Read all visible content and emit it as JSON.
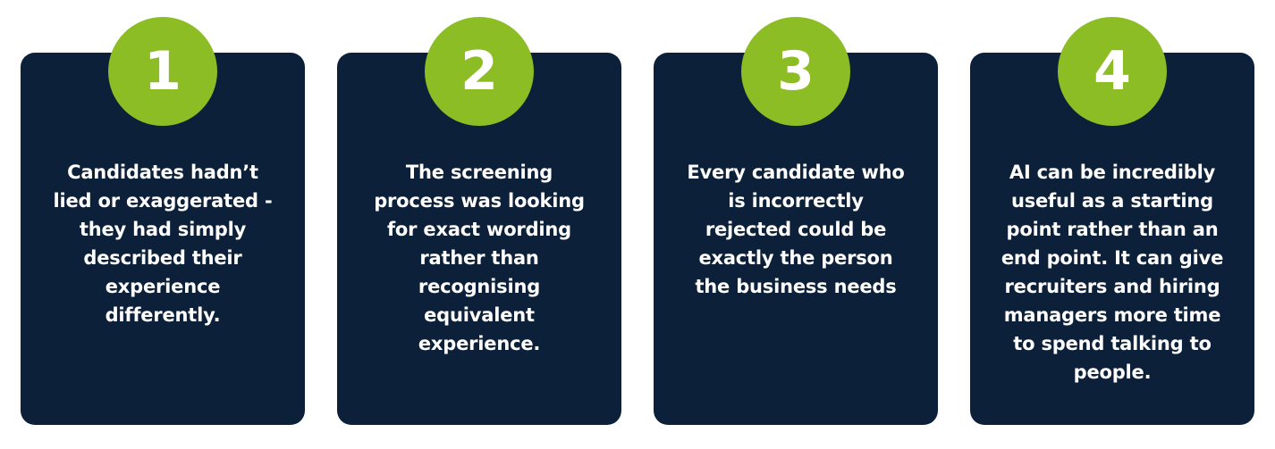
{
  "colors": {
    "card_background": "#0c2139",
    "badge": "#8dbd24",
    "text": "#ffffff"
  },
  "cards": [
    {
      "number": "1",
      "text": "Candidates hadn’t\nlied or exaggerated -\nthey had simply\ndescribed their\nexperience\ndifferently."
    },
    {
      "number": "2",
      "text": "The screening\nprocess was looking\nfor exact wording\nrather than\nrecognising\nequivalent\nexperience."
    },
    {
      "number": "3",
      "text": "Every candidate who\nis incorrectly\nrejected could be\nexactly the person\nthe business needs"
    },
    {
      "number": "4",
      "text": "AI can be incredibly\nuseful as a starting\npoint rather than an\nend point. It can give\nrecruiters and hiring\nmanagers more time\nto spend talking to\npeople."
    }
  ]
}
